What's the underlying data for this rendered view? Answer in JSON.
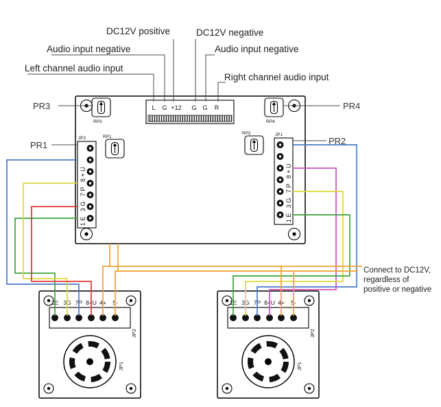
{
  "top_labels": {
    "left_channel": "Left channel audio input",
    "audio_neg_left": "Audio input negative",
    "dc12v_positive": "DC12V positive",
    "dc12v_negative": "DC12V negative",
    "audio_neg_right": "Audio input negative",
    "right_channel": "Right channel audio input"
  },
  "pr_labels": {
    "pr1": "PR1",
    "pr2": "PR2",
    "pr3": "PR3",
    "pr4": "PR4"
  },
  "board": {
    "top_pins": [
      "L",
      "G",
      "+12",
      "G",
      "G",
      "R"
    ],
    "left_connector": {
      "jp": "JP2",
      "pins": "1E 3G 7P 8+U"
    },
    "right_connector": {
      "jp": "JP1",
      "pins": "1E 3G 7P 8+U"
    },
    "pots": {
      "rp1": "RP1",
      "rp2": "RP2",
      "rp3": "RP3",
      "rp4": "RP4"
    }
  },
  "meter": {
    "pin_labels": [
      "1E",
      "3G",
      "7P",
      "8+U",
      "4+",
      "5-"
    ],
    "jp_connector": "JP2",
    "jp_meter": "JP1"
  },
  "note": {
    "line1": "Connect to DC12V,",
    "line2": "regardless of",
    "line3": "positive or negative"
  },
  "wire_colors": {
    "blue": "#4a7bc8",
    "green": "#3aa53a",
    "yellow": "#ddd73a",
    "red": "#e03232",
    "magenta": "#cf4fc4",
    "orange": "#f0a030"
  }
}
